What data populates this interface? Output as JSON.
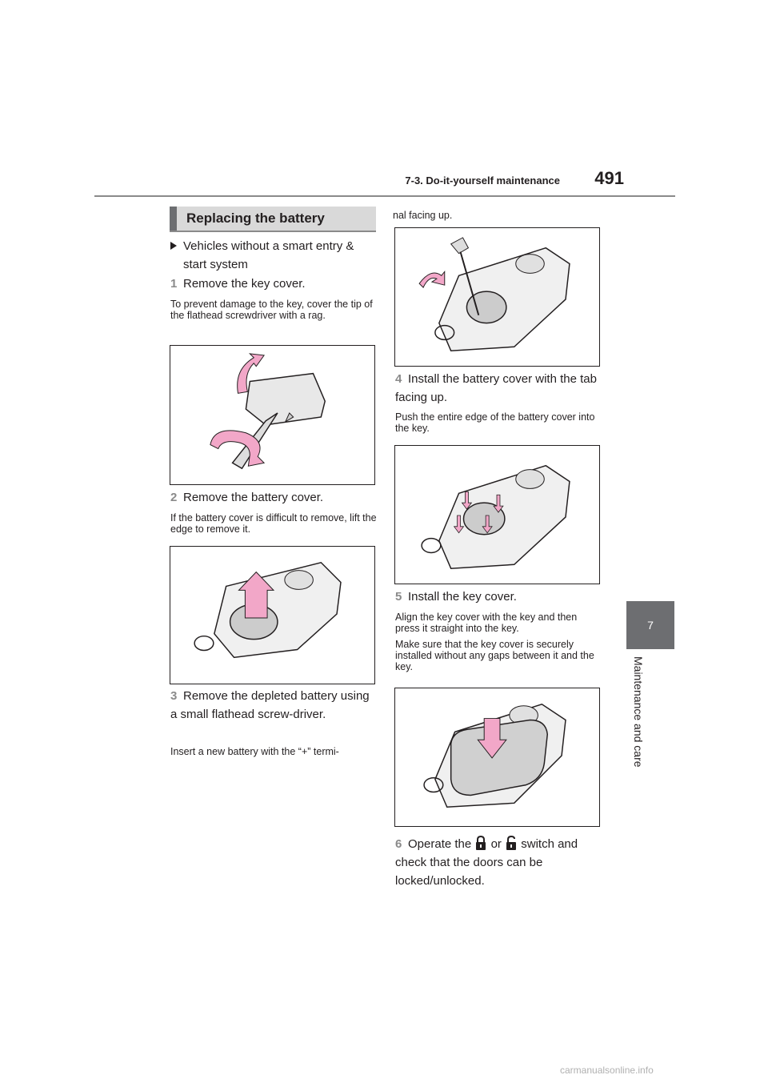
{
  "header": {
    "section": "7-3. Do-it-yourself maintenance",
    "page_number": "491"
  },
  "side_tab": {
    "number": "7",
    "label": "Maintenance and care"
  },
  "section_title": "Replacing the battery",
  "bullet": "Vehicles without a smart entry & start system",
  "steps": [
    {
      "num": "1",
      "text": "Remove the key cover.",
      "note": "To prevent damage to the key, cover the tip of the flathead screwdriver with a rag."
    },
    {
      "num": "2",
      "text": "Remove the battery cover.",
      "note": "If the battery cover is difficult to remove, lift the edge to remove it."
    },
    {
      "num": "3",
      "text": "Remove the depleted battery using a small flathead screw-driver.",
      "note": "Insert a new battery with the “+” termi-",
      "note_cont": "nal facing up."
    },
    {
      "num": "4",
      "text": "Install the battery cover with the tab facing up.",
      "note": "Push the entire edge of the battery cover into the key."
    },
    {
      "num": "5",
      "text": "Install the key cover.",
      "note": "Align the key cover with the key and then press it straight into the key.",
      "note2": "Make sure that the key cover is securely installed without any gaps between it and the key."
    },
    {
      "num": "6",
      "text_a": "Operate the",
      "text_or": "or",
      "text_b": "switch and check that the doors can be locked/unlocked."
    }
  ],
  "icons": {
    "lock": "lock-icon",
    "unlock": "unlock-icon",
    "arrow": "arrow-icon"
  },
  "colors": {
    "accent_gray": "#6d6e71",
    "arrow_pink": "#f2a7c8"
  },
  "watermark": "carmanualsonline.info"
}
